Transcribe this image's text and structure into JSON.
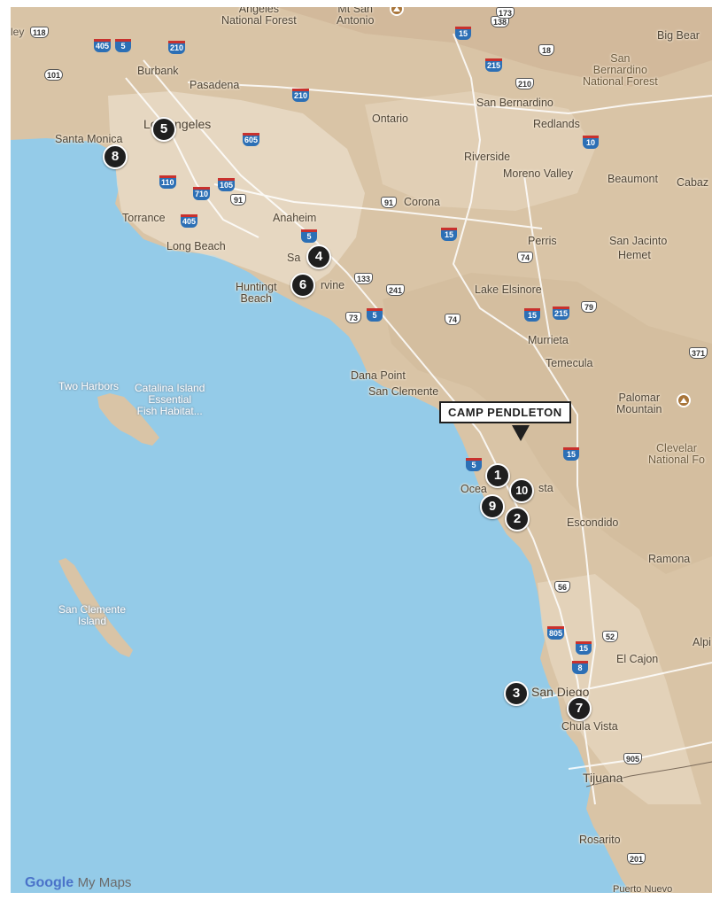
{
  "labels": {
    "angeles_nf": "Angeles\nNational Forest",
    "mt_san_antonio": "Mt San\nAntonio",
    "big_bear": "Big Bear",
    "sb_nf": "San\nBernardino\nNational Forest",
    "burbank": "Burbank",
    "pasadena": "Pasadena",
    "san_bernardino": "San Bernardino",
    "los_angeles": "Los Angeles",
    "ontario": "Ontario",
    "redlands": "Redlands",
    "santa_monica": "Santa Monica",
    "riverside": "Riverside",
    "moreno_valley": "Moreno Valley",
    "beaumont": "Beaumont",
    "cabazon": "Cabaz",
    "torrance": "Torrance",
    "anaheim": "Anaheim",
    "corona": "Corona",
    "long_beach": "Long Beach",
    "perris": "Perris",
    "san_jacinto": "San Jacinto",
    "hemet": "Hemet",
    "santa_ana": "Sa    na",
    "huntington_beach": "Huntingt\nBeach",
    "irvine": "rvine",
    "lake_elsinore": "Lake Elsinore",
    "murrieta": "Murrieta",
    "temecula": "Temecula",
    "two_harbors": "Two Harbors",
    "catalina": "Catalina Island\nEssential\nFish Habitat...",
    "dana_point": "Dana Point",
    "san_clemente": "San Clemente",
    "palomar": "Palomar\nMountain",
    "cleveland_nf": "Clevelar\nNational Fo",
    "oceanside": "Ocea",
    "vista": "sta",
    "escondido": "Escondido",
    "ramona": "Ramona",
    "san_clemente_island": "San Clemente\nIsland",
    "alpine": "Alpi",
    "el_cajon": "El Cajon",
    "san_diego": "San Diego",
    "chula_vista": "Chula Vista",
    "tijuana": "Tijuana",
    "rosarito": "Rosarito",
    "puerto_nuevo": "Puerto Nuevo",
    "ley": "ley"
  },
  "shields": {
    "ca118": "118",
    "i405a": "405",
    "i5a": "5",
    "i210a": "210",
    "i15a": "15",
    "ca138": "138",
    "ca173": "173",
    "ca18": "18",
    "us101": "101",
    "i215a": "215",
    "ca210b": "210",
    "i210b": "210",
    "i605": "605",
    "i10": "10",
    "i110": "110",
    "i710": "710",
    "i105": "105",
    "ca91a": "91",
    "ca91b": "91",
    "i405b": "405",
    "i5b": "5",
    "i15b": "15",
    "ca74a": "74",
    "ca133": "133",
    "ca241": "241",
    "ca73": "73",
    "i5c": "5",
    "ca74b": "74",
    "i15c": "15",
    "i215b": "215",
    "ca79": "79",
    "ca371": "371",
    "i5d": "5",
    "i15d": "15",
    "ca56": "56",
    "i805": "805",
    "i15e": "15",
    "ca52": "52",
    "i8": "8",
    "ca905": "905",
    "ca201": "201"
  },
  "markers": [
    "1",
    "2",
    "3",
    "4",
    "5",
    "6",
    "7",
    "8",
    "9",
    "10"
  ],
  "callout": "CAMP PENDLETON",
  "footer": {
    "google": "Google",
    "mymaps": "My Maps"
  },
  "colors": {
    "land": "#d9c4a6",
    "water": "#94cbe8",
    "marker": "#1f1f1f",
    "interstate": "#2c6fb5"
  }
}
